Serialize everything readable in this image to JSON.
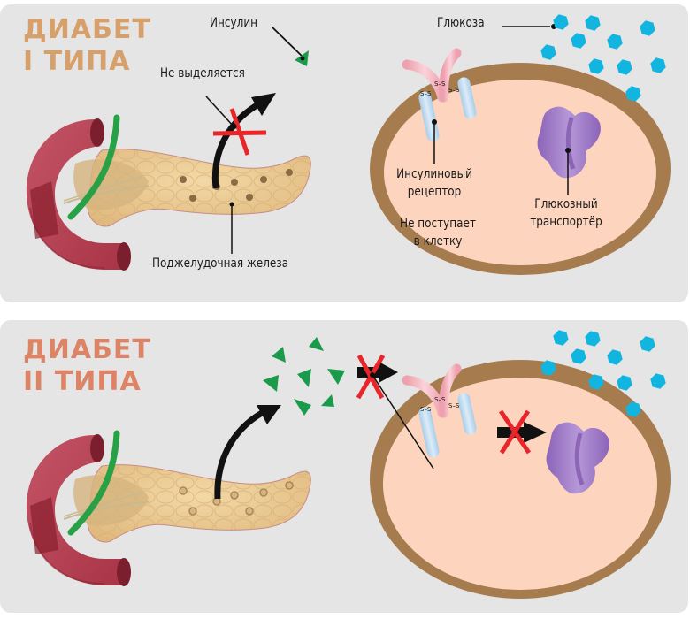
{
  "panels": [
    {
      "id": "type1",
      "title_line1": "ДИАБЕТ",
      "title_line2": "I ТИПА",
      "title_color": "#d7a06a",
      "labels": {
        "insulin": "Инсулин",
        "not_secreted": "Не выделяется",
        "pancreas": "Поджелудочная железа",
        "glucose": "Глюкоза",
        "receptor_line1": "Инсулиновый",
        "receptor_line2": "рецептор",
        "not_enter_line1": "Не поступает",
        "not_enter_line2": "в клетку",
        "transporter_line1": "Глюкозный",
        "transporter_line2": "транспортёр"
      },
      "receptor_bonds": [
        "S–S",
        "S–S",
        "S–S"
      ]
    },
    {
      "id": "type2",
      "title_line1": "ДИАБЕТ",
      "title_line2": "II ТИПА",
      "title_color": "#de8466",
      "receptor_bonds": [
        "S–S",
        "S–S",
        "S–S"
      ]
    }
  ],
  "colors": {
    "panel_bg": "#e5e5e5",
    "insulin": "#1a9a4a",
    "glucose": "#12b4e0",
    "cell_fill": "#fdd5bf",
    "cell_membrane": "#a67c4e",
    "block_cross": "#e8262a",
    "transporter": "#9a72c4"
  },
  "icons": {
    "insulin_marker": "triangle",
    "glucose_marker": "hexagon",
    "blocked_marker": "red-x"
  }
}
